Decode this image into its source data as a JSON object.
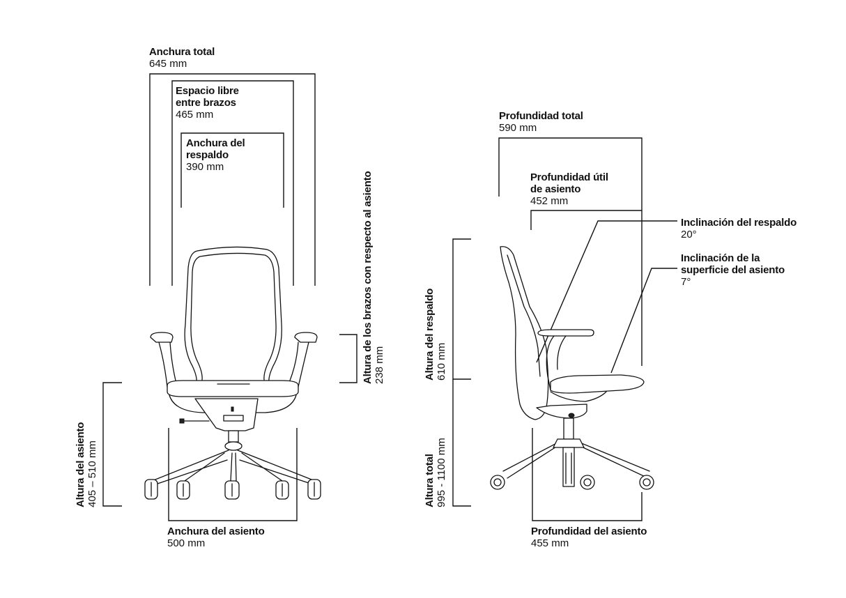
{
  "front_view": {
    "overall_width": {
      "title": "Anchura total",
      "value": "645 mm"
    },
    "arm_clearance": {
      "title_line1": "Espacio libre",
      "title_line2": "entre brazos",
      "value": "465 mm"
    },
    "backrest_width": {
      "title_line1": "Anchura del",
      "title_line2": "respaldo",
      "value": "390 mm"
    },
    "armrest_height": {
      "title": "Altura de los brazos con respecto al asiento",
      "value": "238 mm"
    },
    "seat_height": {
      "title": "Altura del asiento",
      "value": "405 – 510 mm"
    },
    "seat_width": {
      "title": "Anchura del asiento",
      "value": "500 mm"
    }
  },
  "side_view": {
    "overall_depth": {
      "title": "Profundidad total",
      "value": "590 mm"
    },
    "usable_seat_depth": {
      "title_line1": "Profundidad útil",
      "title_line2": "de asiento",
      "value": "452 mm"
    },
    "backrest_tilt": {
      "title": "Inclinación del respaldo",
      "value": "20°"
    },
    "seat_tilt": {
      "title_line1": "Inclinación de la",
      "title_line2": "superficie del asiento",
      "value": "7°"
    },
    "backrest_height": {
      "title": "Altura del respaldo",
      "value": "610 mm"
    },
    "overall_height": {
      "title": "Altura total",
      "value": "995 - 1100 mm"
    },
    "seat_depth": {
      "title": "Profundidad del asiento",
      "value": "455 mm"
    }
  }
}
